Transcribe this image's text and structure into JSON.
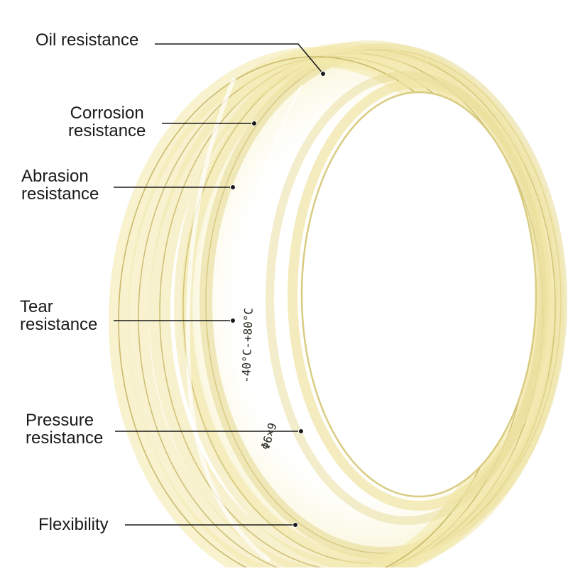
{
  "callouts": [
    {
      "id": "oil",
      "label": "Oil resistance"
    },
    {
      "id": "corrosion",
      "label": "Corrosion\nresistance"
    },
    {
      "id": "abrasion",
      "label": "Abrasion\nresistance"
    },
    {
      "id": "tear",
      "label": "Tear\nresistance"
    },
    {
      "id": "pressure",
      "label": "Pressure\nresistance"
    },
    {
      "id": "flexibility",
      "label": "Flexibility"
    }
  ],
  "tube_print": {
    "temperature": "-40°C-+80°C",
    "size": "Φ6×9"
  },
  "colors": {
    "hose": "#f3e9a6",
    "hose_edge": "#d9c97a",
    "callout_line": "#1a1a1a",
    "text": "#1a1a1a"
  }
}
